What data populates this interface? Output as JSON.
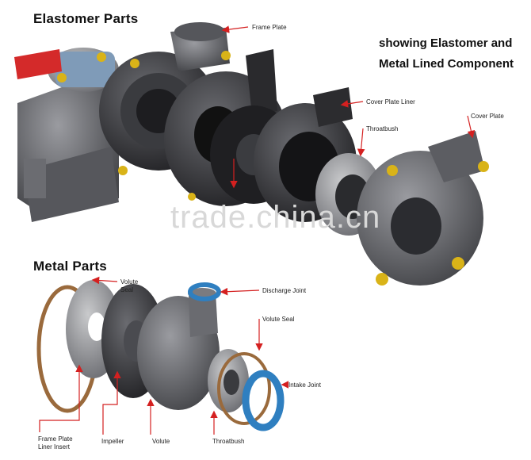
{
  "headings": {
    "elastomer": "Elastomer Parts",
    "metal": "Metal Parts",
    "subtitle_line1": "showing Elastomer and",
    "subtitle_line2": "Metal Lined Component"
  },
  "watermark": "trade.china.cn",
  "elastomer_callouts": {
    "frame_plate": "Frame Plate",
    "cover_plate_liner": "Cover Plate Liner",
    "throatbush": "Throatbush",
    "cover_plate": "Cover Plate"
  },
  "metal_callouts": {
    "volute_seal_1_line1": "Volute",
    "volute_seal_1_line2": "Seal",
    "discharge_joint": "Discharge Joint",
    "volute_seal_2": "Volute Seal",
    "intake_joint": "Intake Joint",
    "frame_plate_liner_insert_line1": "Frame Plate",
    "frame_plate_liner_insert_line2": "Liner Insert",
    "impeller": "Impeller",
    "volute": "Volute",
    "throatbush": "Throatbush"
  },
  "colors": {
    "arrow": "#d42020",
    "part_dark": "#2f2f31",
    "part_mid": "#4a4b4f",
    "shaft_red": "#d42a2a",
    "bolt_yellow": "#d9b318",
    "seal_copper": "#9a6a3c",
    "joint_blue": "#2f7fc0"
  }
}
